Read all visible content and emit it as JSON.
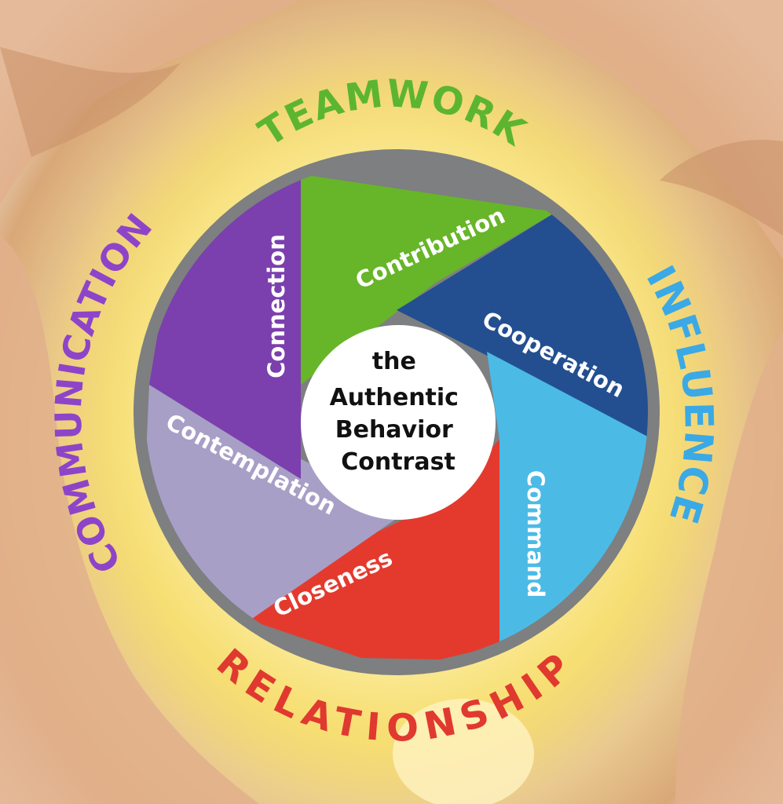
{
  "center": {
    "lines": [
      "the",
      "Authentic",
      "Behavior",
      "Contrast"
    ]
  },
  "outer_labels": {
    "teamwork": "TEAMWORK",
    "influence": "INFLUENCE",
    "relationship": "RELATIONSHIP",
    "communication": "COMMUNICATION"
  },
  "outer_label_colors": {
    "teamwork": "#5cb531",
    "influence": "#3aa9e6",
    "relationship": "#e0392f",
    "communication": "#8e44c9"
  },
  "wedges": [
    {
      "label": "Contribution",
      "color": "#67b528",
      "icon": "green-wedge"
    },
    {
      "label": "Cooperation",
      "color": "#234f91",
      "icon": "dark-blue-wedge"
    },
    {
      "label": "Command",
      "color": "#4bbbe6",
      "icon": "light-blue-wedge"
    },
    {
      "label": "Closeness",
      "color": "#e43a2e",
      "icon": "red-wedge"
    },
    {
      "label": "Contemplation",
      "color": "#a79fc6",
      "icon": "lavender-wedge"
    },
    {
      "label": "Connection",
      "color": "#7b3fae",
      "icon": "purple-wedge"
    }
  ],
  "ring_color": "#7d7f80",
  "center_fill": "#ffffff"
}
